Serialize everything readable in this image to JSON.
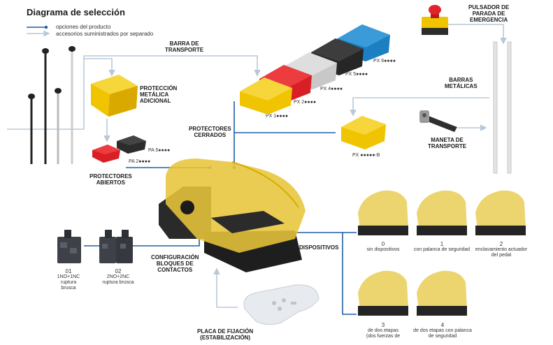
{
  "title": "Diagrama de selección",
  "legend": {
    "product_options": "opciones del producto",
    "accessories": "accesorios suministrados por separado",
    "colors": {
      "product": "#1f5fa8",
      "accessory": "#b7c9d8"
    }
  },
  "labels": {
    "barra_transporte": [
      "BARRA DE",
      "TRANSPORTE"
    ],
    "proteccion_metalica": [
      "PROTECCIÓN",
      "METÁLICA",
      "ADICIONAL"
    ],
    "protectores_abiertos": [
      "PROTECTORES",
      "ABIERTOS"
    ],
    "protectores_cerrados": [
      "PROTECTORES",
      "CERRADOS"
    ],
    "pulsador": [
      "PULSADOR DE",
      "PARADA DE",
      "EMERGENCIA"
    ],
    "barras_metalicas": [
      "BARRAS",
      "METÁLICAS"
    ],
    "maneta": [
      "MANETA DE",
      "TRANSPORTE"
    ],
    "dispositivos": "DISPOSITIVOS",
    "configuracion": [
      "CONFIGURACIÓN",
      "BLOQUES DE",
      "CONTACTOS"
    ],
    "placa": [
      "PLACA DE FIJACIÓN",
      "(ESTABILIZACIÓN)"
    ]
  },
  "codes": {
    "pa5": "PA 5●●●●",
    "pa2": "PA 2●●●●",
    "px1": "PX 1●●●●",
    "px2": "PX 2●●●●",
    "px4": "PX 4●●●●",
    "px5": "PX 5●●●●",
    "px6": "PX 6●●●●",
    "pxb": "PX ●●●●●-B"
  },
  "contacts": [
    {
      "num": "01",
      "desc": [
        "1NO+1NC",
        "ruptura",
        "brusca"
      ]
    },
    {
      "num": "02",
      "desc": [
        "2NO+2NC",
        "ruptura brusca"
      ]
    }
  ],
  "devices": [
    {
      "num": "0",
      "desc": [
        "sin dispositivos"
      ]
    },
    {
      "num": "1",
      "desc": [
        "con palanca de seguridad"
      ]
    },
    {
      "num": "2",
      "desc": [
        "enclavamiento actuador",
        "del pedal"
      ]
    },
    {
      "num": "3",
      "desc": [
        "de dos etapas",
        "(dos fuerzas de"
      ]
    },
    {
      "num": "4",
      "desc": [
        "de dos etapas con palanca",
        "de seguridad"
      ]
    }
  ],
  "icons": [
    "yellow-guard",
    "red-guard",
    "grey-guard",
    "black-guard",
    "blue-guard",
    "emergency-button",
    "metal-bar",
    "transport-handle",
    "contact-block",
    "fixing-plate",
    "foot-switch"
  ]
}
